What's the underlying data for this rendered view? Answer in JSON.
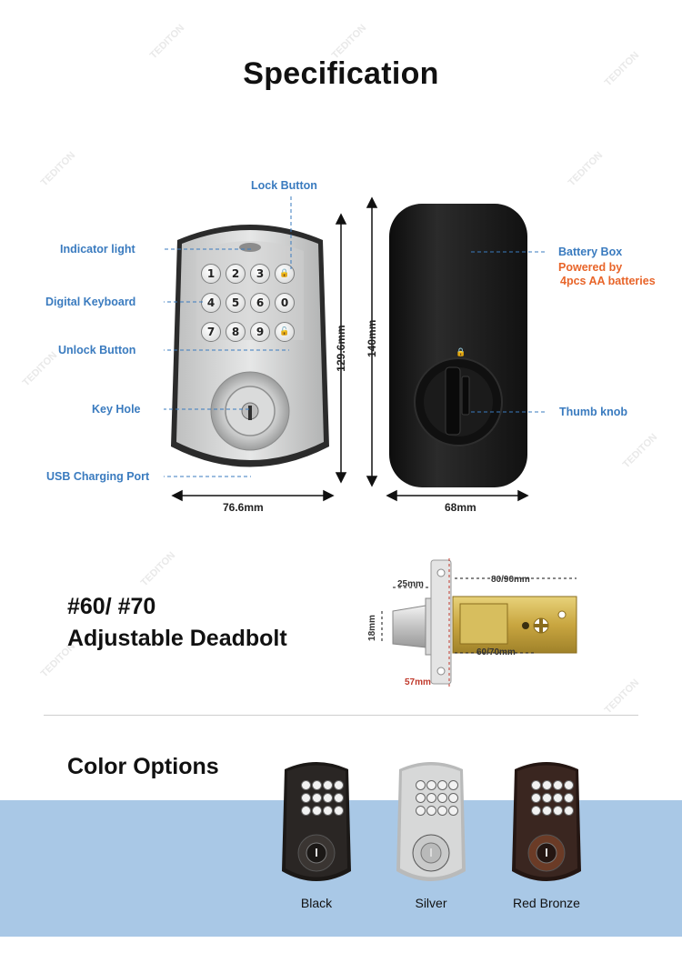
{
  "title": "Specification",
  "callouts": {
    "lock_button": "Lock Button",
    "indicator_light": "Indicator light",
    "digital_keyboard": "Digital Keyboard",
    "unlock_button": "Unlock Button",
    "key_hole": "Key Hole",
    "usb_port": "USB Charging Port",
    "battery_box": "Battery Box",
    "battery_note_1": "Powered by",
    "battery_note_2": "4pcs AA batteries",
    "thumb_knob": "Thumb knob"
  },
  "dimensions": {
    "front_height": "129.6mm",
    "front_width": "76.6mm",
    "back_height": "140mm",
    "back_width": "68mm"
  },
  "keypad": [
    "1",
    "2",
    "3",
    "lock",
    "4",
    "5",
    "6",
    "0",
    "7",
    "8",
    "9",
    "unlock"
  ],
  "deadbolt": {
    "heading_1": "#60/ #70",
    "heading_2": "Adjustable Deadbolt",
    "dim_25": "25mm",
    "dim_80_90": "80/90mm",
    "dim_18": "18mm",
    "dim_60_70": "60/70mm",
    "dim_57": "57mm"
  },
  "colors_section": {
    "heading": "Color Options",
    "options": [
      {
        "label": "Black",
        "body": "#2a2624",
        "trim": "#1b1816",
        "rose": "#3a3532"
      },
      {
        "label": "Silver",
        "body": "#d7d8d8",
        "trim": "#b9baba",
        "rose": "#c9caca"
      },
      {
        "label": "Red Bronze",
        "body": "#3a2620",
        "trim": "#241612",
        "rose": "#6b3b26"
      }
    ]
  },
  "watermark": "TEDITON",
  "colors": {
    "callout_blue": "#3a7bbf",
    "note_orange": "#e8652a",
    "band_blue": "#a9c8e6"
  }
}
